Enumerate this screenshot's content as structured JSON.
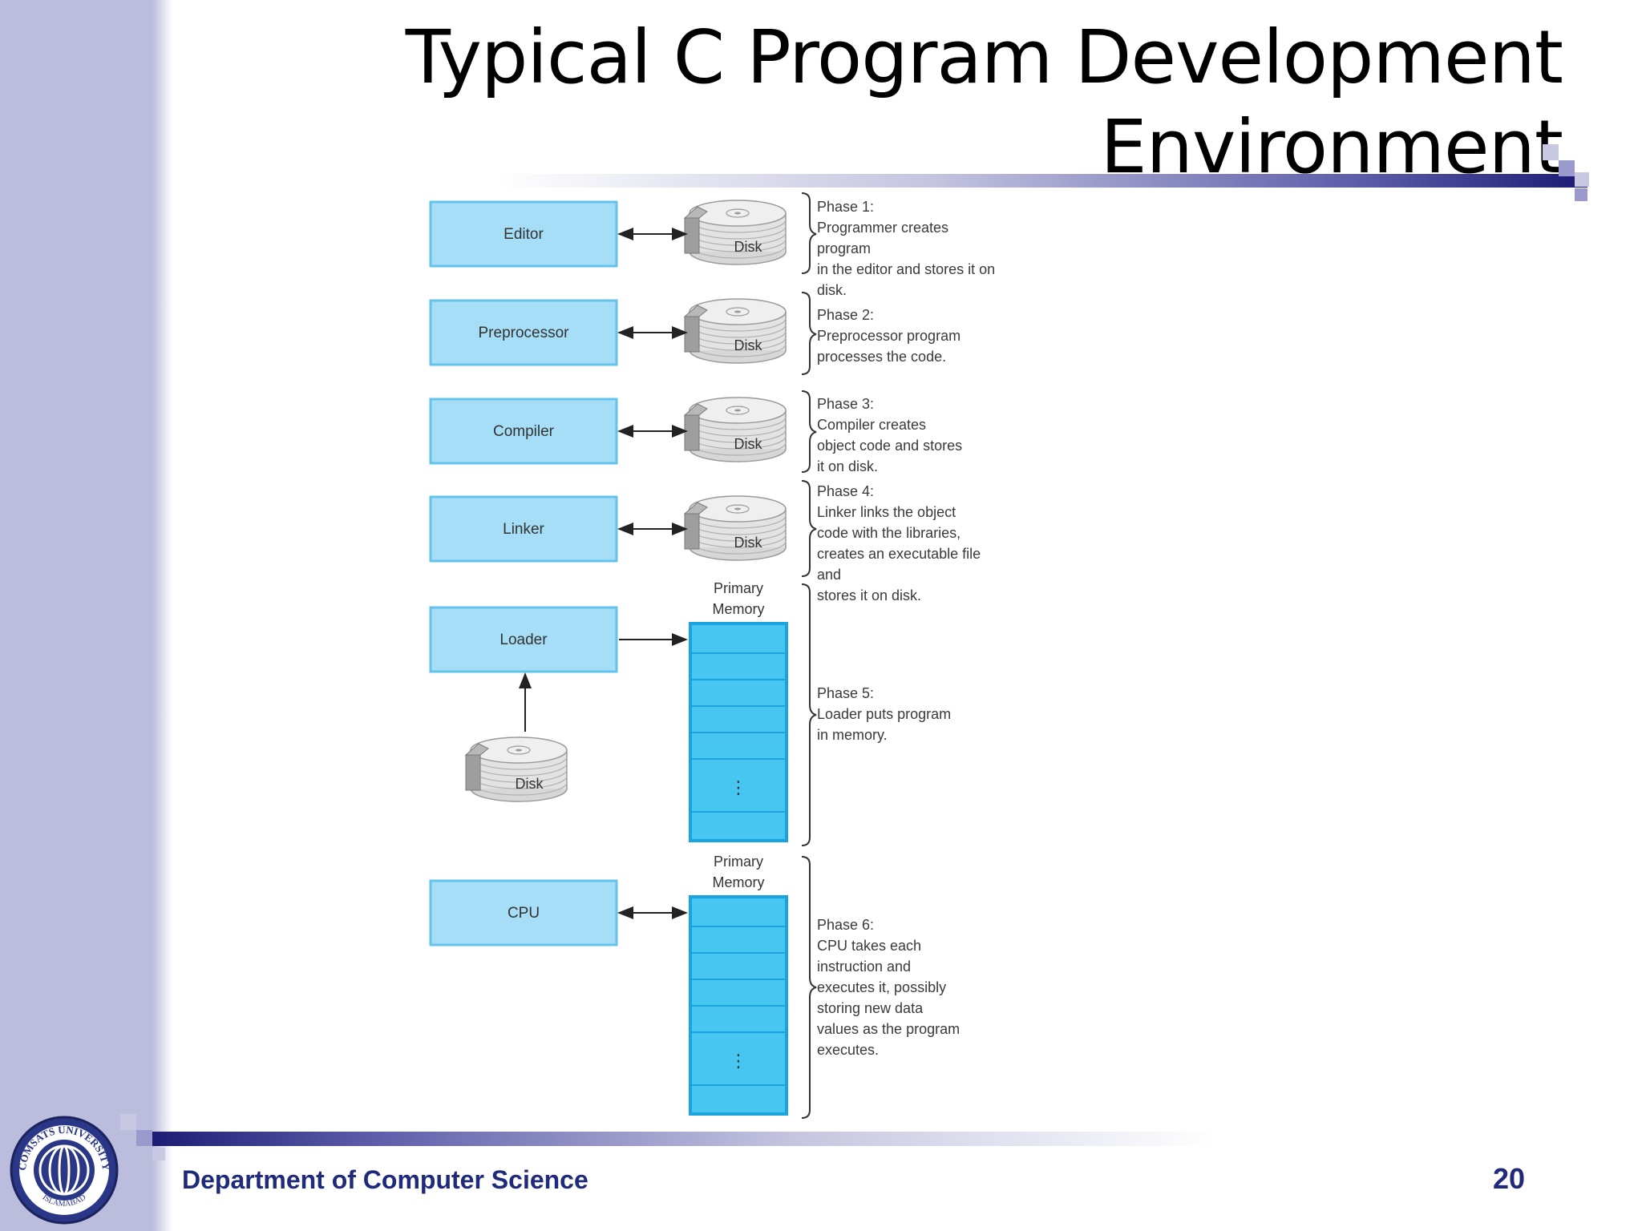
{
  "title": {
    "line1": "Typical C Program Development",
    "line2": "Environment"
  },
  "footer": {
    "department": "Department of Computer Science",
    "page_number": "20"
  },
  "logo": {
    "text_top": "COMSATS UNIVERSITY",
    "text_bottom": "ISLAMABAD"
  },
  "colors": {
    "box_fill": "#a6def7",
    "box_border": "#63c3ea",
    "memory_fill": "#48c6f2",
    "memory_border": "#1aa3dc",
    "footer_text": "#1f2a7a"
  },
  "diagram": {
    "components": [
      "Editor",
      "Preprocessor",
      "Compiler",
      "Linker",
      "Loader",
      "CPU"
    ],
    "disk_label": "Disk",
    "memory_label_1": "Primary",
    "memory_label_2": "Memory",
    "memory_ellipsis": "⋮",
    "phases": [
      {
        "title": "Phase 1:",
        "lines": [
          "Programmer creates program",
          "in the editor and stores it on",
          "disk."
        ]
      },
      {
        "title": "Phase 2:",
        "lines": [
          "Preprocessor program",
          "processes the code."
        ]
      },
      {
        "title": "Phase 3:",
        "lines": [
          "Compiler creates",
          "object code and stores",
          "it on disk."
        ]
      },
      {
        "title": "Phase 4:",
        "lines": [
          "Linker links the object",
          "code with the libraries,",
          "creates an executable file and",
          "stores it on disk."
        ]
      },
      {
        "title": "Phase 5:",
        "lines": [
          "Loader puts program",
          "in memory."
        ]
      },
      {
        "title": "Phase 6:",
        "lines": [
          "CPU takes each",
          "instruction and",
          "executes it, possibly",
          "storing new data",
          "values as the program",
          "executes."
        ]
      }
    ]
  }
}
